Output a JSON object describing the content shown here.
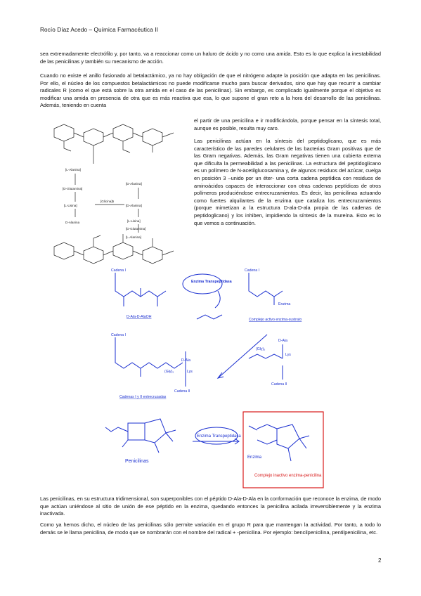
{
  "header": {
    "title": "Rocío Díaz Acedo – Química Farmacéutica II"
  },
  "paragraphs": {
    "p1": "sea extremadamente electrófilo y, por tanto, va a reaccionar como un haluro de ácido y no como una amida. Esto es lo que explica la inestabilidad de las penicilinas y también su mecanismo de acción.",
    "p2": "Cuando no existe el anillo fusionado al betalactámico, ya no hay obligación de que el nitrógeno adapte la posición que adapta en las penicilinas. Por ello, el núcleo de los compuestos betalactámicos no puede modificarse mucho para buscar derivados, sino que hay que recurrir a cambiar radicales R (como el que está sobre la otra amida en el caso de las penicilinas). Sin embargo, es complicado igualmente porque el objetivo es modificar una amida en presencia de otra que es más reactiva que esa, lo que supone el gran reto a la hora del desarrollo de las penicilinas. Además, teniendo en cuenta",
    "p2b": "el partir de una penicilina e ir modificándola, porque pensar en la síntesis total, aunque es posible, resulta muy caro.",
    "p3": "Las penicilinas actúan en la síntesis del peptidoglicano, que es más característico de las paredes celulares de las bacterias Gram positivas que de las Gram negativas. Además, las Gram negativas tienen una cubierta externa que dificulta la permeabilidad a las penicilinas. La estructura del peptidoglicano es un polímero de N-acetilglucosamina y, de algunos residuos del azúcar, cuelga en posición 3 –unido por un éter- una corta cadena peptídica con residuos de aminoácidos capaces de interaccionar con otras cadenas peptídicas de otros polímeros produciéndose entrecruzamientos. Es decir, las penicilinas actuando como fuertes alquilantes de la enzima que cataliza los entrecruzamientos (porque mimetizan a la estructura D-ala-D-ala propia de las cadenas de peptidoglicano) y los inhiben, impidiendo la síntesis de la mureína. Esto es lo que vemos a continuación.",
    "p4": "Las penicilinas, en su estructura tridimensional, son superponibles con el péptido D-Ala-D-Ala en la conformación que reconoce la enzima, de modo que actúan uniéndose al sitio de unión de ese péptido en la enzima, quedando entonces la penicilina acilada irreversiblemente y la enzima inactivada.",
    "p5": "Como ya hemos dicho, el núcleo de las penicilinas sólo permite variación en el grupo R para que mantengan la actividad. Por tanto, a todo lo demás se le llama penicilina, de modo que se nombrarán con el nombre del radical + -penicilina. Por ejemplo: bencilpenicilina, pentilpenicilina, etc."
  },
  "figure_peptidoglycan": {
    "labels": [
      "[L-Alanina]",
      "[D-Glutamina]",
      "[L-Lisina]",
      "[D-Alanina]",
      "[D-Alanina]",
      "[Glicina]5",
      "[L-Lisina]",
      "[D-Glutamina]",
      "[L-Alanina]",
      "D-Alanina"
    ]
  },
  "figure_mechanism": {
    "cadena1_a": "Cadena I",
    "dala_label": "D-Ala-D-AlaOH",
    "enzima_transpeptidasa": "Enzima Transpeptidasa",
    "cadena1_b": "Cadena I",
    "enzima": "Enzima",
    "complejo_activo": "Complejo activo enzima-sustrato",
    "cadena1_c": "Cadena I",
    "dala_b": "D-Ala",
    "lys_b": "Lys",
    "gly_b": "(Gly)₅",
    "cadena2_b": "Cadena II",
    "dala_c": "D-Ala",
    "lys_c": "Lys",
    "gly_c": "(Gly)₅",
    "cadena2_c": "Cadena II",
    "cadenas_entrecruzadas": "Cadenas I y II entrecruzadas",
    "penicilinas": "Penicilinas",
    "enzima_transpeptidasa_2": "Enzima Transpeptidasa",
    "enzima_2": "Enzima",
    "complejo_inactivo": "Complejo inactivo enzima-penicilina"
  },
  "page_number": "2",
  "colors": {
    "blue": "#1a2fd0",
    "red": "#d81a1a"
  }
}
